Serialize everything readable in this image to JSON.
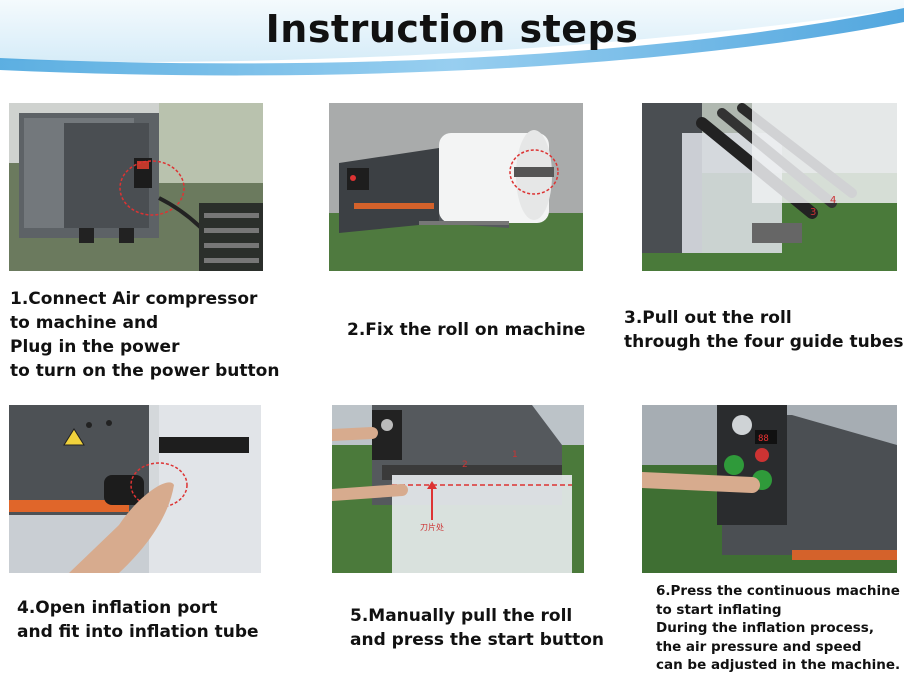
{
  "title": "Instruction steps",
  "colors": {
    "banner_light": "#e9f4fb",
    "banner_mid": "#8fc8ec",
    "banner_dark": "#5aaee2"
  },
  "steps": [
    {
      "photo": "air-compressor-connection-photo",
      "lines": [
        "1.Connect Air compressor",
        "to machine and",
        "Plug in the power",
        "to turn on the power button"
      ]
    },
    {
      "photo": "fix-roll-photo",
      "lines": [
        "2.Fix the roll on machine"
      ]
    },
    {
      "photo": "guide-tubes-photo",
      "lines": [
        "3.Pull out the roll",
        "through the four guide tubes"
      ]
    },
    {
      "photo": "inflation-port-photo",
      "lines": [
        "4.Open inflation port",
        "and fit into inflation tube"
      ]
    },
    {
      "photo": "pull-roll-photo",
      "lines": [
        "5.Manually pull the roll",
        "and press the start button"
      ],
      "annotations": [
        "2",
        "1",
        "刀片处"
      ]
    },
    {
      "photo": "start-inflating-photo",
      "lines": [
        "6.Press the continuous machine",
        "to start inflating",
        "During the inflation process,",
        "the air pressure and speed",
        "can be adjusted in the machine."
      ]
    }
  ]
}
